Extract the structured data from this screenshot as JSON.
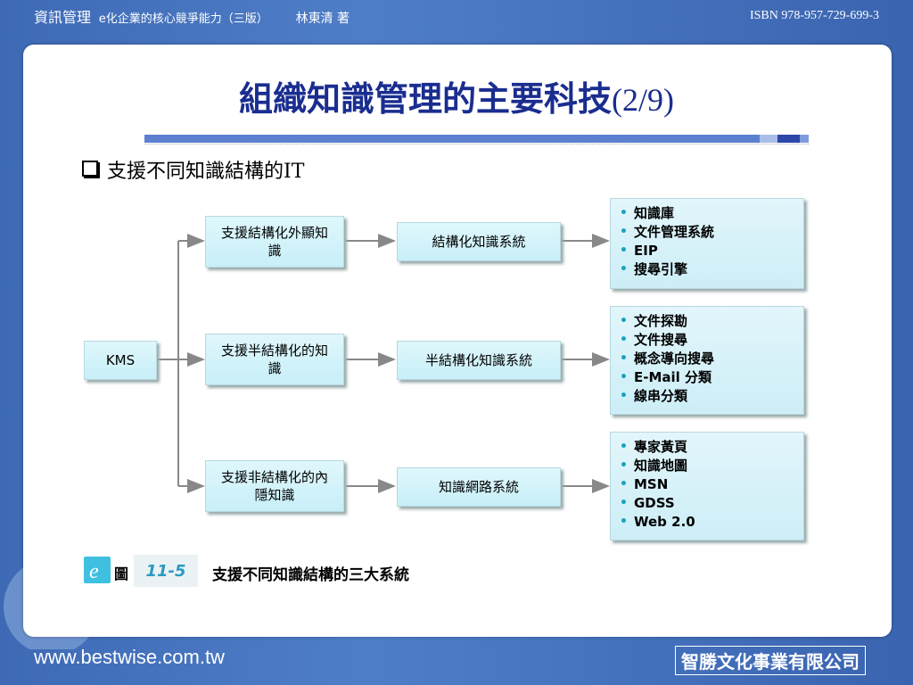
{
  "header": {
    "book_title": "資訊管理",
    "subtitle": "e化企業的核心競爭能力（三版）",
    "author": "林東清 著",
    "isbn": "ISBN 978-957-729-699-3"
  },
  "slide": {
    "title": "組織知識管理的主要科技",
    "title_num": "(2/9)",
    "bullet": "支援不同知識結構的IT"
  },
  "diagram": {
    "root": "KMS",
    "rows": [
      {
        "support": "支援結構化外顯知識",
        "system": "結構化知識系統",
        "items": [
          "知識庫",
          "文件管理系統",
          "EIP",
          "搜尋引擎"
        ]
      },
      {
        "support": "支援半結構化的知識",
        "system": "半結構化知識系統",
        "items": [
          "文件探勘",
          "文件搜尋",
          "概念導向搜尋",
          "E-Mail 分類",
          "線串分類"
        ]
      },
      {
        "support": "支援非結構化的內隱知識",
        "system": "知識網路系統",
        "items": [
          "專家黃頁",
          "知識地圖",
          "MSN",
          "GDSS",
          "Web 2.0"
        ]
      }
    ]
  },
  "caption": {
    "fig_label": "圖",
    "fig_number": "11-5",
    "text": "支援不同知識結構的三大系統"
  },
  "footer": {
    "url": "www.bestwise.com.tw",
    "publisher": "智勝文化事業有限公司"
  }
}
